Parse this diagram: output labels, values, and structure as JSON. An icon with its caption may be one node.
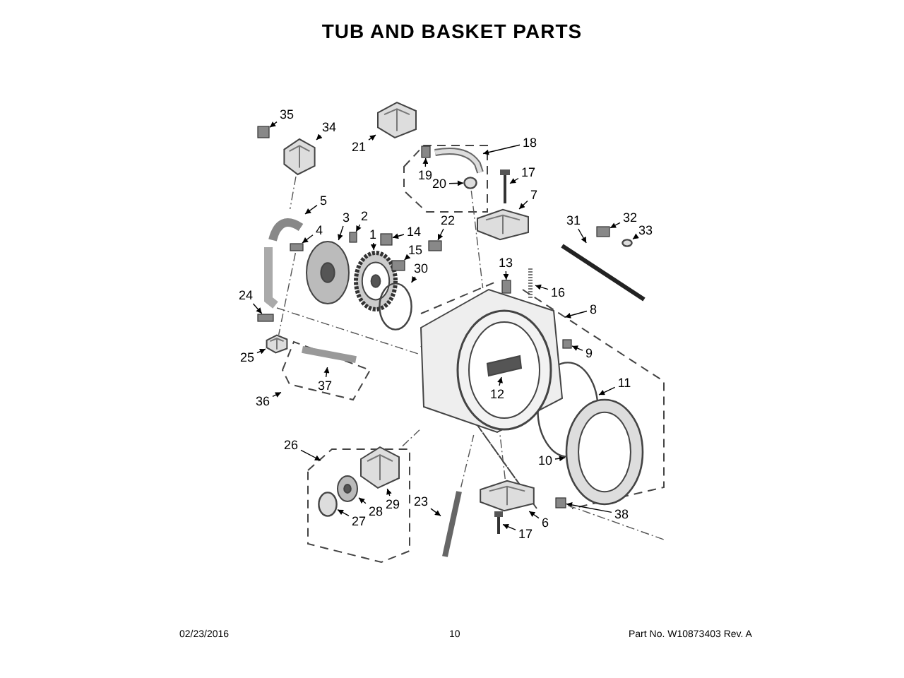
{
  "diagram": {
    "title": "TUB AND BASKET PARTS",
    "nodes": [
      {
        "text": [
          "35"
        ]
      },
      {
        "text": [
          "34"
        ]
      },
      {
        "text": [
          "21"
        ]
      },
      {
        "text": [
          "18"
        ]
      },
      {
        "text": [
          "19"
        ]
      },
      {
        "text": [
          "20"
        ]
      },
      {
        "text": [
          "17"
        ]
      },
      {
        "text": [
          "7"
        ]
      },
      {
        "text": [
          "5"
        ]
      },
      {
        "text": [
          "3"
        ]
      },
      {
        "text": [
          "2"
        ]
      },
      {
        "text": [
          "4"
        ]
      },
      {
        "text": [
          "1"
        ]
      },
      {
        "text": [
          "14"
        ]
      },
      {
        "text": [
          "22"
        ]
      },
      {
        "text": [
          "31"
        ]
      },
      {
        "text": [
          "32"
        ]
      },
      {
        "text": [
          "33"
        ]
      },
      {
        "text": [
          "15"
        ]
      },
      {
        "text": [
          "30"
        ]
      },
      {
        "text": [
          "13"
        ]
      },
      {
        "text": [
          "16"
        ]
      },
      {
        "text": [
          "8"
        ]
      },
      {
        "text": [
          "24"
        ]
      },
      {
        "text": [
          "9"
        ]
      },
      {
        "text": [
          "25"
        ]
      },
      {
        "text": [
          "12"
        ],
        "in": 74
      },
      {
        "text": [
          "11"
        ]
      },
      {
        "text": [
          "37"
        ],
        "in": 77
      },
      {
        "text": [
          "36"
        ]
      },
      {
        "text": [
          "26"
        ]
      },
      {
        "text": [
          "10"
        ]
      },
      {
        "text": [
          "29"
        ]
      },
      {
        "text": [
          "28"
        ]
      },
      {
        "text": [
          "27"
        ]
      },
      {
        "text": [
          "23"
        ]
      },
      {
        "text": [
          "6"
        ]
      },
      {
        "text": [
          "38"
        ]
      },
      {
        "text": [
          "17"
        ]
      },
      {
        "text": [],
        "shape": "box"
      },
      {
        "text": [],
        "shape": "picture"
      },
      {
        "text": [],
        "shape": "picture"
      },
      {
        "text": [],
        "shape": "box"
      },
      {
        "text": [],
        "shape": "circle"
      },
      {
        "text": [],
        "shape": "picture"
      },
      {
        "text": [],
        "shape": "picture"
      },
      {
        "text": [],
        "shape": "picture"
      },
      {
        "text": [],
        "shape": "picture"
      },
      {
        "text": [],
        "shape": "box"
      },
      {
        "text": [],
        "shape": "box"
      },
      {
        "text": [],
        "shape": "picture"
      },
      {
        "text": [],
        "shape": "box"
      },
      {
        "text": [],
        "shape": "box"
      },
      {
        "text": [],
        "shape": "picture"
      },
      {
        "text": [],
        "shape": "box"
      },
      {
        "text": [],
        "shape": "circle"
      },
      {
        "text": [],
        "shape": "box"
      },
      {
        "text": [],
        "shape": "circle"
      },
      {
        "text": [],
        "shape": "box"
      },
      {
        "text": [],
        "shape": "picture"
      },
      {
        "text": [],
        "shape": "box"
      },
      {
        "text": [],
        "shape": "box"
      },
      {
        "text": [],
        "shape": "picture"
      },
      {
        "text": [],
        "shape": "bar",
        "in": 74
      },
      {
        "text": [],
        "shape": "circle"
      },
      {
        "text": [],
        "shape": "picture",
        "in": 77
      },
      {
        "text": [],
        "shape": "picture"
      },
      {
        "text": [],
        "shape": "picture"
      },
      {
        "text": [],
        "shape": "picture"
      },
      {
        "text": [],
        "shape": "circle"
      },
      {
        "text": [],
        "shape": "picture"
      },
      {
        "text": [],
        "shape": "picture"
      },
      {
        "text": [],
        "shape": "box"
      },
      {
        "text": [],
        "shape": "picture"
      },
      {
        "text": [],
        "shape": "picture"
      },
      {
        "text": [],
        "shape": "picture"
      },
      {
        "text": [],
        "shape": "picture"
      },
      {
        "text": [],
        "shape": "frame"
      }
    ],
    "edges": [
      {
        "from": 0,
        "to": 39,
        "arrow": "to"
      },
      {
        "from": 1,
        "to": 40,
        "arrow": "to"
      },
      {
        "from": 2,
        "to": 41,
        "arrow": "to"
      },
      {
        "from": 3,
        "to": 75,
        "arrow": "to"
      },
      {
        "from": 4,
        "to": 42,
        "arrow": "to"
      },
      {
        "from": 5,
        "to": 43,
        "arrow": "to"
      },
      {
        "from": 6,
        "to": 44,
        "arrow": "to"
      },
      {
        "from": 7,
        "to": 45,
        "arrow": "to"
      },
      {
        "from": 8,
        "to": 46,
        "arrow": "to"
      },
      {
        "from": 9,
        "to": 47,
        "arrow": "to"
      },
      {
        "from": 10,
        "to": 48,
        "arrow": "to"
      },
      {
        "from": 11,
        "to": 49,
        "arrow": "to"
      },
      {
        "from": 12,
        "to": 50,
        "arrow": "to"
      },
      {
        "from": 13,
        "to": 51,
        "arrow": "to"
      },
      {
        "from": 14,
        "to": 52,
        "arrow": "to"
      },
      {
        "from": 15,
        "to": 53,
        "arrow": "to"
      },
      {
        "from": 16,
        "to": 54,
        "arrow": "to"
      },
      {
        "from": 17,
        "to": 55,
        "arrow": "to"
      },
      {
        "from": 18,
        "to": 56,
        "arrow": "to"
      },
      {
        "from": 19,
        "to": 57,
        "arrow": "to"
      },
      {
        "from": 20,
        "to": 58,
        "arrow": "to"
      },
      {
        "from": 21,
        "to": 59,
        "arrow": "to"
      },
      {
        "from": 22,
        "to": null,
        "arrow": "to"
      },
      {
        "from": 23,
        "to": 60,
        "arrow": "to"
      },
      {
        "from": 24,
        "to": 61,
        "arrow": "to"
      },
      {
        "from": 25,
        "to": 62,
        "arrow": "to"
      },
      {
        "from": 26,
        "to": 63,
        "arrow": "to"
      },
      {
        "from": 27,
        "to": 64,
        "arrow": "to"
      },
      {
        "from": 28,
        "to": 65,
        "arrow": "to"
      },
      {
        "from": 29,
        "to": 77,
        "arrow": "to"
      },
      {
        "from": 30,
        "to": null,
        "arrow": "to"
      },
      {
        "from": 31,
        "to": 66,
        "arrow": "to"
      },
      {
        "from": 32,
        "to": 67,
        "arrow": "to"
      },
      {
        "from": 33,
        "to": 68,
        "arrow": "to"
      },
      {
        "from": 34,
        "to": 69,
        "arrow": "to"
      },
      {
        "from": 35,
        "to": 70,
        "arrow": "to"
      },
      {
        "from": 36,
        "to": 71,
        "arrow": "to"
      },
      {
        "from": 37,
        "to": 72,
        "arrow": "to"
      },
      {
        "from": 38,
        "to": 73,
        "arrow": "to"
      },
      {
        "from": 40,
        "to": 46,
        "arrow": "none",
        "style": "dashed"
      },
      {
        "from": 76,
        "to": 74,
        "arrow": "none",
        "style": "dashed"
      },
      {
        "from": 43,
        "to": 74,
        "arrow": "none",
        "style": "dashed"
      },
      {
        "from": 67,
        "to": 74,
        "arrow": "none",
        "style": "dashed"
      },
      {
        "from": 70,
        "to": 74,
        "arrow": "none",
        "style": "dashed"
      },
      {
        "from": 71,
        "to": 74,
        "arrow": "none",
        "style": "dashed"
      },
      {
        "from": 72,
        "to": null,
        "arrow": "none",
        "style": "dashed"
      },
      {
        "from": 49,
        "to": 62,
        "arrow": "none",
        "style": "dashed"
      }
    ],
    "labels": [
      "02/23/2016",
      "10",
      "Part No. W10873403  Rev. A"
    ]
  }
}
